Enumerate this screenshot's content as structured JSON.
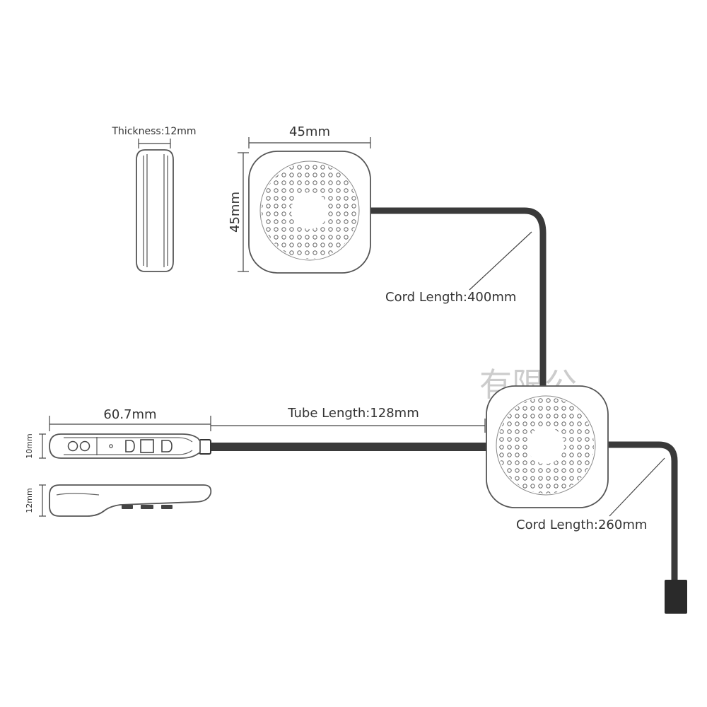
{
  "labels": {
    "thickness": "Thickness:12mm",
    "speaker_width": "45mm",
    "speaker_height": "45mm",
    "cord_top": "Cord Length:400mm",
    "tube_length": "Tube Length:128mm",
    "remote_length": "60.7mm",
    "remote_height_top": "10mm",
    "remote_height_side": "12mm",
    "cord_bottom": "Cord Length:260mm",
    "watermark": "有限公"
  },
  "colors": {
    "cord": "#3a3a3a",
    "outline": "#555555",
    "text": "#333333",
    "watermark": "#cccccc"
  }
}
